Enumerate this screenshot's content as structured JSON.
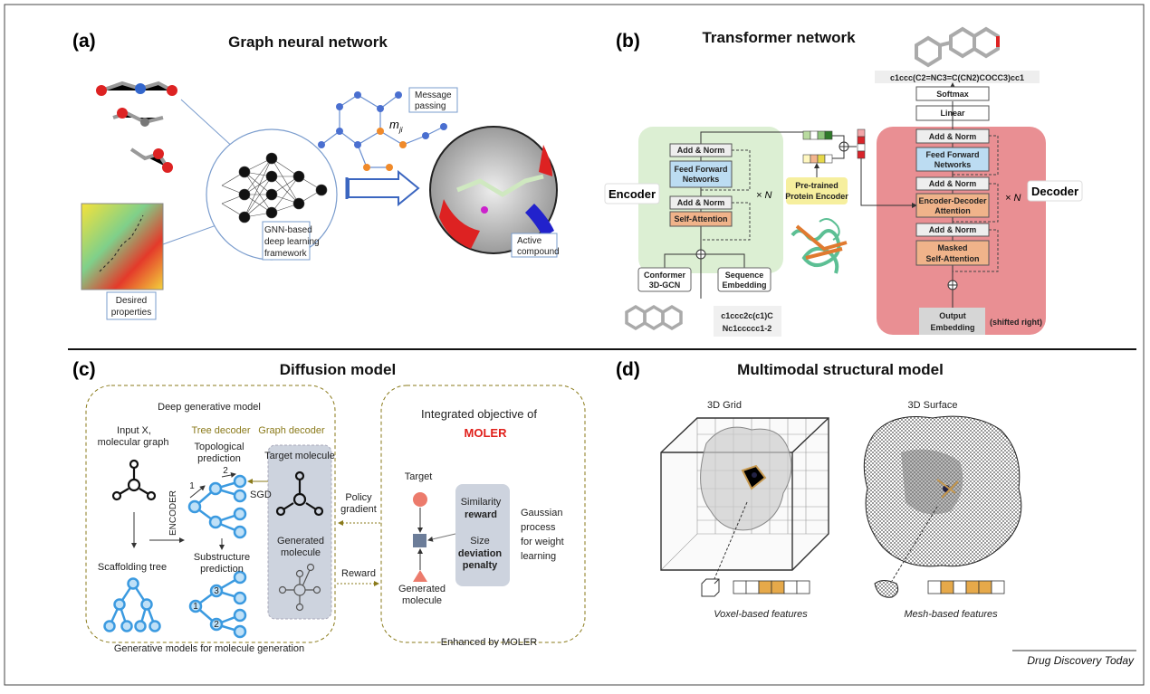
{
  "panels": {
    "a": {
      "label": "(a)",
      "title": "Graph neural network",
      "desired_properties": [
        "Desired",
        "properties"
      ],
      "gnn_framework": [
        "GNN-based",
        "deep learning",
        "framework"
      ],
      "message_passing": [
        "Message",
        "passing"
      ],
      "message_symbol": "m",
      "message_subscript": "ji",
      "active_compound": [
        "Active",
        "compound"
      ]
    },
    "b": {
      "label": "(b)",
      "title": "Transformer network",
      "output_smiles": "c1ccc(C2=NC3=C(CN2)COCC3)cc1",
      "softmax": "Softmax",
      "linear": "Linear",
      "encoder": "Encoder",
      "decoder": "Decoder",
      "add_norm": "Add & Norm",
      "feed_forward": [
        "Feed Forward",
        "Networks"
      ],
      "self_attention": "Self-Attention",
      "enc_dec_attention": [
        "Encoder-Decoder",
        "Attention"
      ],
      "masked_attention": [
        "Masked",
        "Self-Attention"
      ],
      "times_n": "× N",
      "protein_encoder": [
        "Pre-trained",
        "Protein Encoder"
      ],
      "conformer": [
        "Conformer",
        "3D-GCN"
      ],
      "sequence_embedding": [
        "Sequence",
        "Embedding"
      ],
      "input_smiles": [
        "c1ccc2c(c1)C",
        "Nc1ccccc1-2"
      ],
      "output_embedding": [
        "Output",
        "Embedding"
      ],
      "shifted_right": "(shifted right)"
    },
    "c": {
      "label": "(c)",
      "title": "Diffusion model",
      "deep_generative": "Deep generative model",
      "input_x": [
        "Input X,",
        "molecular graph"
      ],
      "tree_decoder": "Tree decoder",
      "graph_decoder": "Graph decoder",
      "topological": [
        "Topological",
        "prediction"
      ],
      "target_molecule": "Target molecule",
      "sgd": "SGD",
      "encoder": "ENCODER",
      "generated_molecule": [
        "Generated",
        "molecule"
      ],
      "scaffolding_tree": "Scaffolding tree",
      "substructure": [
        "Substructure",
        "prediction"
      ],
      "footer_left": "Generative models for molecule generation",
      "policy_gradient": [
        "Policy",
        "gradient"
      ],
      "reward": "Reward",
      "integrated_objective": "Integrated objective of",
      "moler": "MOLER",
      "target": "Target",
      "similarity": [
        "Similarity",
        "reward"
      ],
      "size_penalty": [
        "Size",
        "deviation",
        "penalty"
      ],
      "gaussian": [
        "Gaussian",
        "process",
        "for weight",
        "learning"
      ],
      "generated": [
        "Generated",
        "molecule"
      ],
      "enhanced": "Enhanced by MOLER",
      "tree_numbers": [
        "1",
        "2",
        "3",
        "2",
        "1"
      ]
    },
    "d": {
      "label": "(d)",
      "title": "Multimodal structural model",
      "grid": "3D Grid",
      "surface": "3D Surface",
      "voxel": "Voxel-based features",
      "mesh": "Mesh-based features"
    }
  },
  "journal": "Drug Discovery Today",
  "colors": {
    "encoder_bg": "#dcefd3",
    "decoder_bg": "#e98f93",
    "attention": "#f0b38a",
    "feed_forward": "#bcdcf2",
    "protein_encoder": "#f6ef9e",
    "moler_red": "#e0201b",
    "olive": "#8a7a1a",
    "node_blue": "#3b9ae0",
    "feature_orange": "#e6a94a"
  }
}
